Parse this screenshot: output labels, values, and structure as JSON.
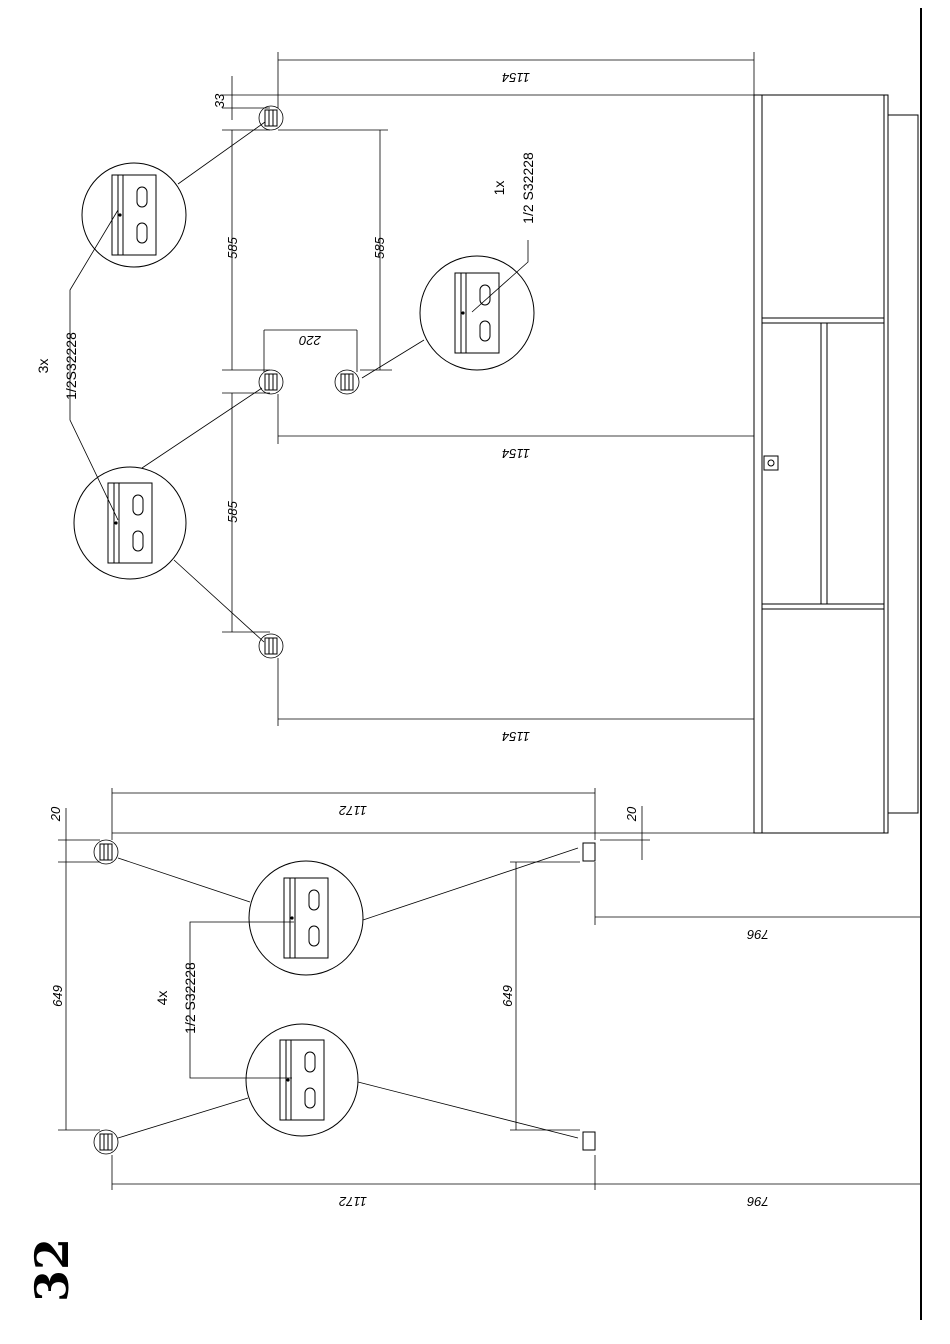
{
  "page_number": "32",
  "dimensions": {
    "top_width": "1154",
    "mid_width": "1154",
    "low_width": "1154",
    "top_offset": "33",
    "left_hinge_spacing": "585",
    "left_hinge_spacing_lower": "585",
    "inner_hinge_spacing": "585",
    "inner_hinge_offset": "220",
    "lower_top_width": "1172",
    "lower_bottom_width": "1172",
    "lower_left_offset": "20",
    "lower_right_offset": "20",
    "lower_left_spacing": "649",
    "lower_right_spacing": "649",
    "lower_depth_top": "796",
    "lower_depth_bottom": "796"
  },
  "callouts": {
    "top_left": {
      "qty": "3x",
      "part": "1/2S32228"
    },
    "top_right": {
      "qty": "1x",
      "part": "1/2 S32228"
    },
    "lower": {
      "qty": "4x",
      "part": "1/2 S32228"
    }
  }
}
